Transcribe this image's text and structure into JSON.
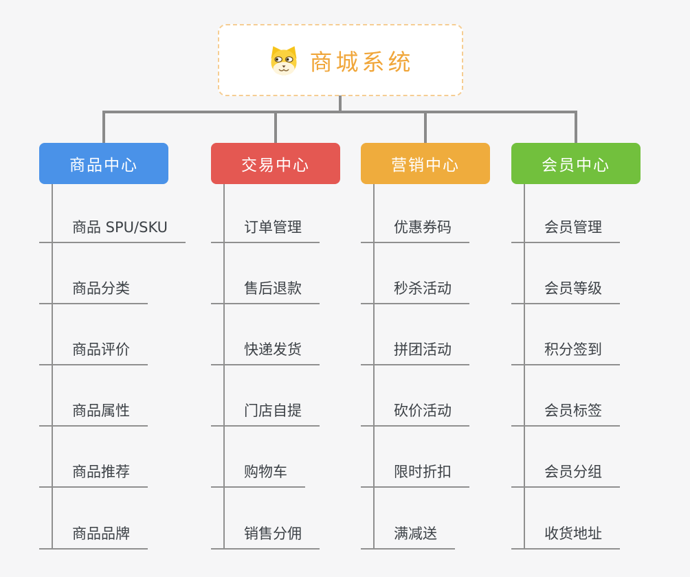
{
  "root": {
    "title": "商城系统",
    "icon": "dog-face-icon",
    "accent_color": "#F0A63A",
    "border_color": "#F5CD92"
  },
  "connector_color": "#8A8A8A",
  "branches": [
    {
      "label": "商品中心",
      "color": "#4A92E8",
      "children": [
        "商品 SPU/SKU",
        "商品分类",
        "商品评价",
        "商品属性",
        "商品推荐",
        "商品品牌"
      ]
    },
    {
      "label": "交易中心",
      "color": "#E45852",
      "children": [
        "订单管理",
        "售后退款",
        "快递发货",
        "门店自提",
        "购物车",
        "销售分佣"
      ]
    },
    {
      "label": "营销中心",
      "color": "#EFAC3D",
      "children": [
        "优惠券码",
        "秒杀活动",
        "拼团活动",
        "砍价活动",
        "限时折扣",
        "满减送"
      ]
    },
    {
      "label": "会员中心",
      "color": "#72C03D",
      "children": [
        "会员管理",
        "会员等级",
        "积分签到",
        "会员标签",
        "会员分组",
        "收货地址"
      ]
    }
  ]
}
